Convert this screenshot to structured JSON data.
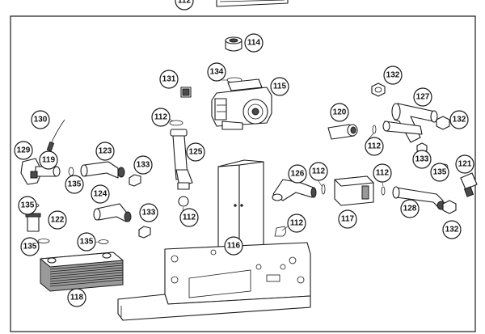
{
  "callouts": [
    {
      "id": "c-112-top",
      "label": "112"
    },
    {
      "id": "c-114",
      "label": "114"
    },
    {
      "id": "c-134",
      "label": "134"
    },
    {
      "id": "c-115",
      "label": "115"
    },
    {
      "id": "c-131",
      "label": "131"
    },
    {
      "id": "c-132-a",
      "label": "132"
    },
    {
      "id": "c-127",
      "label": "127"
    },
    {
      "id": "c-120",
      "label": "120"
    },
    {
      "id": "c-132-b",
      "label": "132"
    },
    {
      "id": "c-112-a",
      "label": "112"
    },
    {
      "id": "c-112-b",
      "label": "112"
    },
    {
      "id": "c-125",
      "label": "125"
    },
    {
      "id": "c-130",
      "label": "130"
    },
    {
      "id": "c-129",
      "label": "129"
    },
    {
      "id": "c-119",
      "label": "119"
    },
    {
      "id": "c-123",
      "label": "123"
    },
    {
      "id": "c-133-a",
      "label": "133"
    },
    {
      "id": "c-135-a",
      "label": "135"
    },
    {
      "id": "c-133-b",
      "label": "133"
    },
    {
      "id": "c-135-b",
      "label": "135"
    },
    {
      "id": "c-121",
      "label": "121"
    },
    {
      "id": "c-126",
      "label": "126"
    },
    {
      "id": "c-112-c",
      "label": "112"
    },
    {
      "id": "c-112-d",
      "label": "112"
    },
    {
      "id": "c-124",
      "label": "124"
    },
    {
      "id": "c-133-c",
      "label": "133"
    },
    {
      "id": "c-112-e",
      "label": "112"
    },
    {
      "id": "c-135-c",
      "label": "135"
    },
    {
      "id": "c-122",
      "label": "122"
    },
    {
      "id": "c-117",
      "label": "117"
    },
    {
      "id": "c-128",
      "label": "128"
    },
    {
      "id": "c-112-f",
      "label": "112"
    },
    {
      "id": "c-132-c",
      "label": "132"
    },
    {
      "id": "c-135-d",
      "label": "135"
    },
    {
      "id": "c-135-e",
      "label": "135"
    },
    {
      "id": "c-116",
      "label": "116"
    },
    {
      "id": "c-118",
      "label": "118"
    }
  ]
}
